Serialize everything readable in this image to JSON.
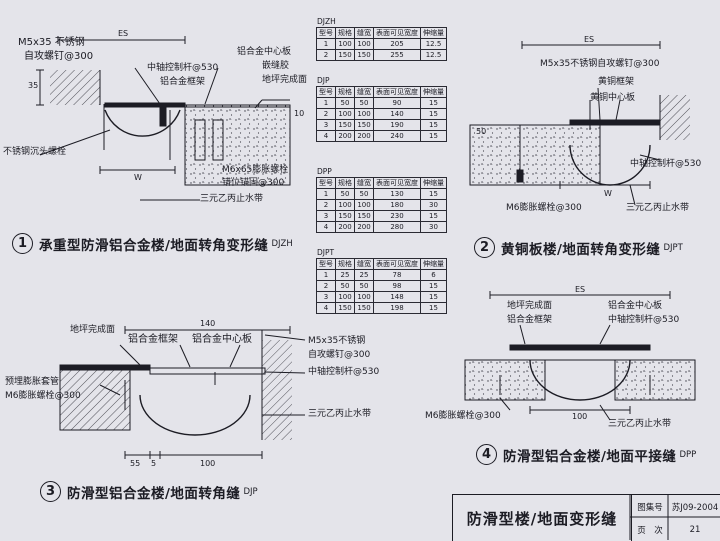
{
  "details": {
    "d1": {
      "labels": {
        "screw": "M5x35 不锈钢",
        "screw2": "自攻螺钉@300",
        "center_board": "铝合金中心板",
        "glue": "嵌缝胶",
        "rod": "中轴控制杆@530",
        "frame": "铝合金框架",
        "floor": "地坪完成面",
        "bolt_sunk": "不锈钢沉头螺栓",
        "anchor1": "M6x65膨胀螺栓",
        "anchor2": "错位锚固@300",
        "waterstop": "三元乙丙止水带"
      },
      "dims": {
        "es": "ES",
        "depth": "35",
        "w": "W",
        "ten": "10"
      },
      "caption": {
        "num": "1",
        "title": "承重型防滑铝合金楼/地面转角变形缝",
        "code": "DJZH"
      }
    },
    "d2": {
      "labels": {
        "screw": "M5x35不锈钢自攻螺钉@300",
        "frame": "黄铜框架",
        "center_board": "黄铜中心板",
        "rod": "中轴控制杆@530",
        "anchor": "M6膨胀螺栓@300",
        "waterstop": "三元乙丙止水带"
      },
      "dims": {
        "es": "ES",
        "h": "50",
        "w": "W"
      },
      "caption": {
        "num": "2",
        "title": "黄铜板楼/地面转角变形缝",
        "code": "DJPT"
      }
    },
    "d3": {
      "labels": {
        "floor": "地坪完成面",
        "frame": "铝合金框架",
        "center_board": "铝合金中心板",
        "screw": "M5x35不锈钢",
        "screw2": "自攻螺钉@300",
        "rod": "中轴控制杆@530",
        "sleeve": "预埋膨胀套管",
        "anchor": "M6膨胀螺栓@300",
        "waterstop": "三元乙丙止水带"
      },
      "dims": {
        "top": "140",
        "a": "55",
        "b": "5",
        "c": "100"
      },
      "caption": {
        "num": "3",
        "title": "防滑型铝合金楼/地面转角缝",
        "code": "DJP"
      }
    },
    "d4": {
      "labels": {
        "floor": "地坪完成面",
        "frame": "铝合金框架",
        "center_board": "铝合金中心板",
        "rod": "中轴控制杆@530",
        "anchor": "M6膨胀螺栓@300",
        "waterstop": "三元乙丙止水带"
      },
      "dims": {
        "es": "ES",
        "c": "100"
      },
      "caption": {
        "num": "4",
        "title": "防滑型铝合金楼/地面平接缝",
        "code": "DPP"
      }
    }
  },
  "tables": [
    {
      "tag": "DJZH",
      "headers": [
        "型号",
        "规格",
        "缝宽",
        "表面可见宽度",
        "伸缩量"
      ],
      "rows": [
        [
          "1",
          "100",
          "100",
          "205",
          "12.5"
        ],
        [
          "2",
          "150",
          "150",
          "255",
          "12.5"
        ]
      ]
    },
    {
      "tag": "DJP",
      "headers": [
        "型号",
        "规格",
        "缝宽",
        "表面可见宽度",
        "伸缩量"
      ],
      "rows": [
        [
          "1",
          "50",
          "50",
          "90",
          "15"
        ],
        [
          "2",
          "100",
          "100",
          "140",
          "15"
        ],
        [
          "3",
          "150",
          "150",
          "190",
          "15"
        ],
        [
          "4",
          "200",
          "200",
          "240",
          "15"
        ]
      ]
    },
    {
      "tag": "DPP",
      "headers": [
        "型号",
        "规格",
        "缝宽",
        "表面可见宽度",
        "伸缩量"
      ],
      "rows": [
        [
          "1",
          "50",
          "50",
          "130",
          "15"
        ],
        [
          "2",
          "100",
          "100",
          "180",
          "30"
        ],
        [
          "3",
          "150",
          "150",
          "230",
          "15"
        ],
        [
          "4",
          "200",
          "200",
          "280",
          "30"
        ]
      ]
    },
    {
      "tag": "DJPT",
      "headers": [
        "型号",
        "规格",
        "缝宽",
        "表面可见宽度",
        "伸缩量"
      ],
      "rows": [
        [
          "1",
          "25",
          "25",
          "78",
          "6"
        ],
        [
          "2",
          "50",
          "50",
          "98",
          "15"
        ],
        [
          "3",
          "100",
          "100",
          "148",
          "15"
        ],
        [
          "4",
          "150",
          "150",
          "198",
          "15"
        ]
      ]
    }
  ],
  "titleblock": {
    "title": "防滑型楼/地面变形缝",
    "atlas_label": "图集号",
    "atlas_value": "苏J09-2004",
    "page_label": "页　次",
    "page_value": "21"
  }
}
